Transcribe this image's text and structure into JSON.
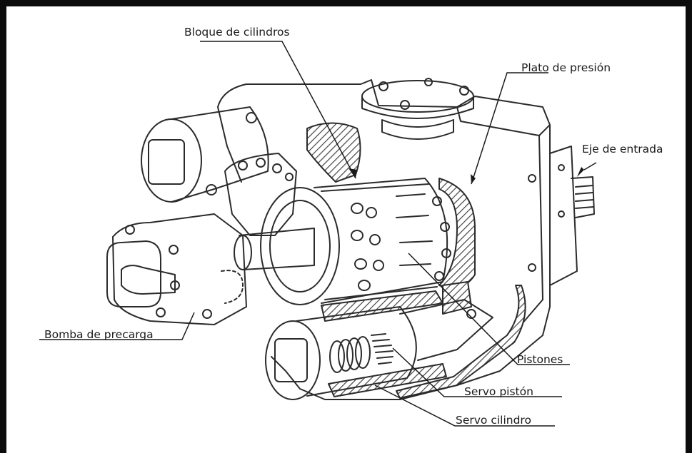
{
  "labels": {
    "bloque": "Bloque de cilindros",
    "plato": "Plato de presión",
    "eje": "Eje de entrada",
    "bomba": "Bomba de precarga",
    "pistones": "Pistones",
    "servo_piston": "Servo pistón",
    "servo_cilindro": "Servo cilindro"
  }
}
